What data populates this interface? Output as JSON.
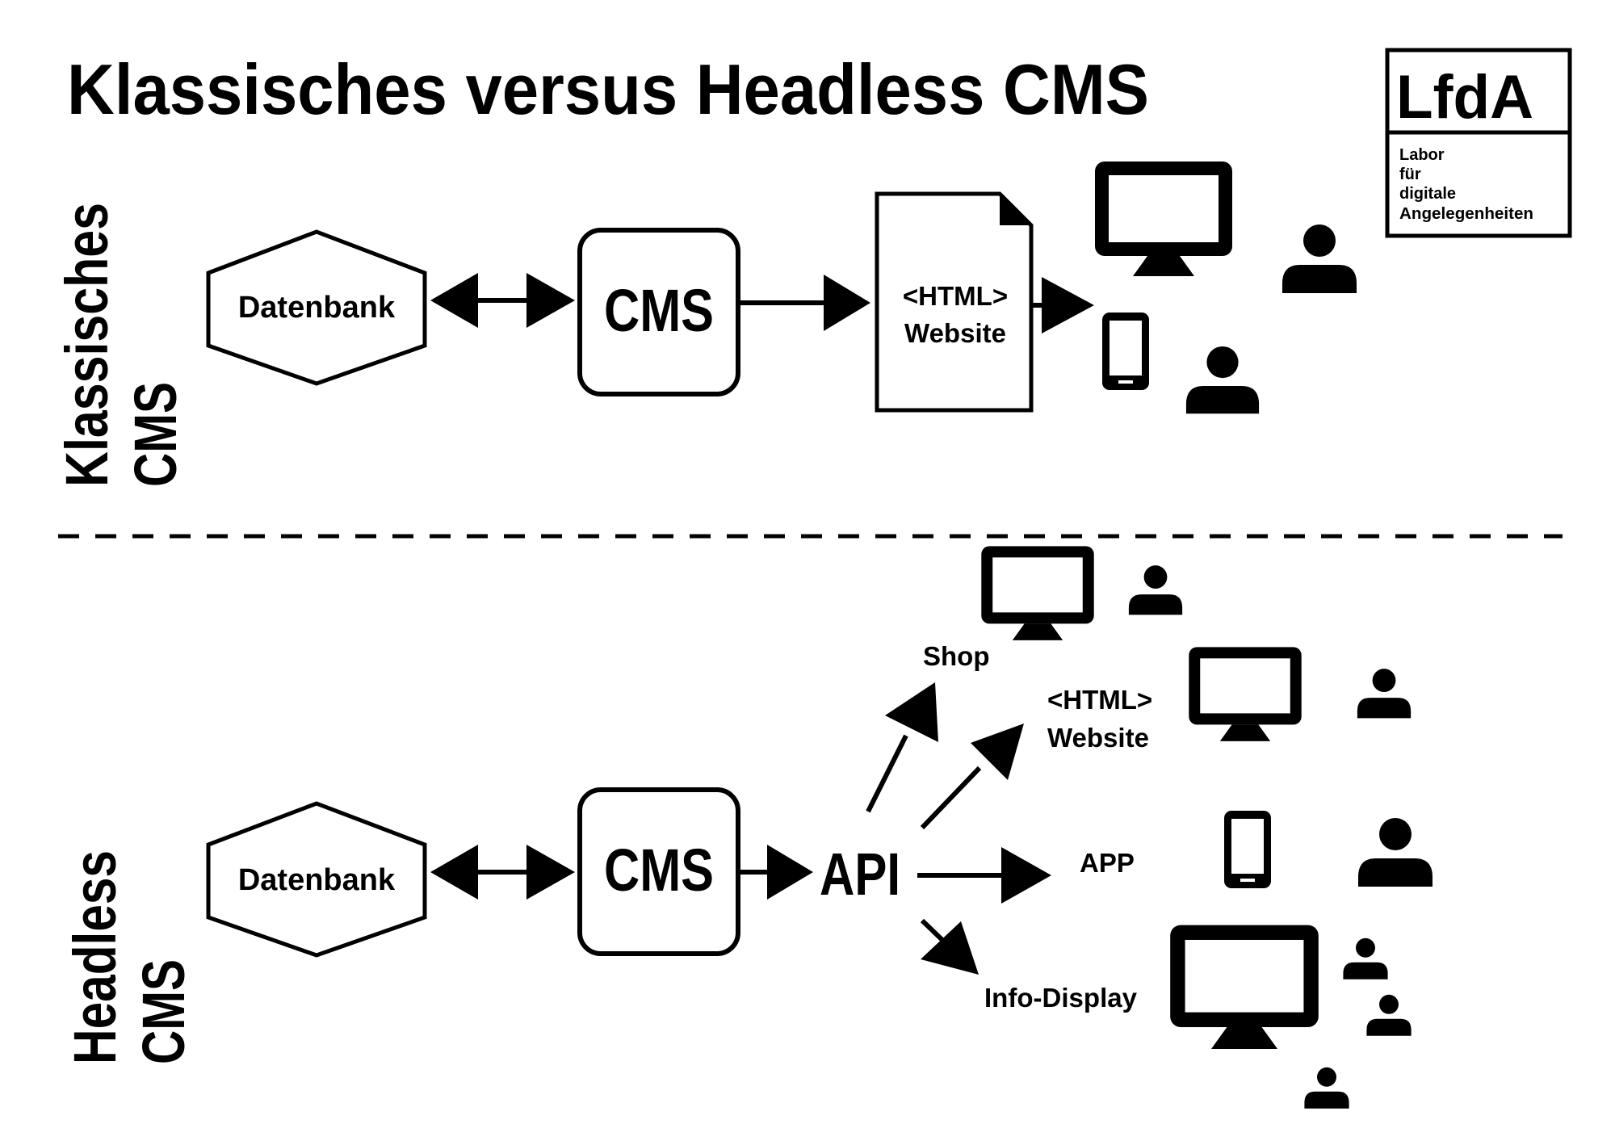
{
  "title": "Klassisches versus Headless CMS",
  "logo": {
    "short": "LfdA",
    "lines": [
      "Labor",
      "für",
      "digitale",
      "Angelegenheiten"
    ]
  },
  "classic": {
    "section_label_line1": "Klassisches",
    "section_label_line2": "CMS",
    "database": "Datenbank",
    "cms": "CMS",
    "website_line1": "<HTML>",
    "website_line2": "Website"
  },
  "headless": {
    "section_label_line1": "Headless",
    "section_label_line2": "CMS",
    "database": "Datenbank",
    "cms": "CMS",
    "api": "API",
    "outputs": {
      "shop": "Shop",
      "website_line1": "<HTML>",
      "website_line2": "Website",
      "app": "APP",
      "info_display": "Info-Display"
    }
  },
  "colors": {
    "ink": "#000000",
    "background": "#ffffff"
  }
}
